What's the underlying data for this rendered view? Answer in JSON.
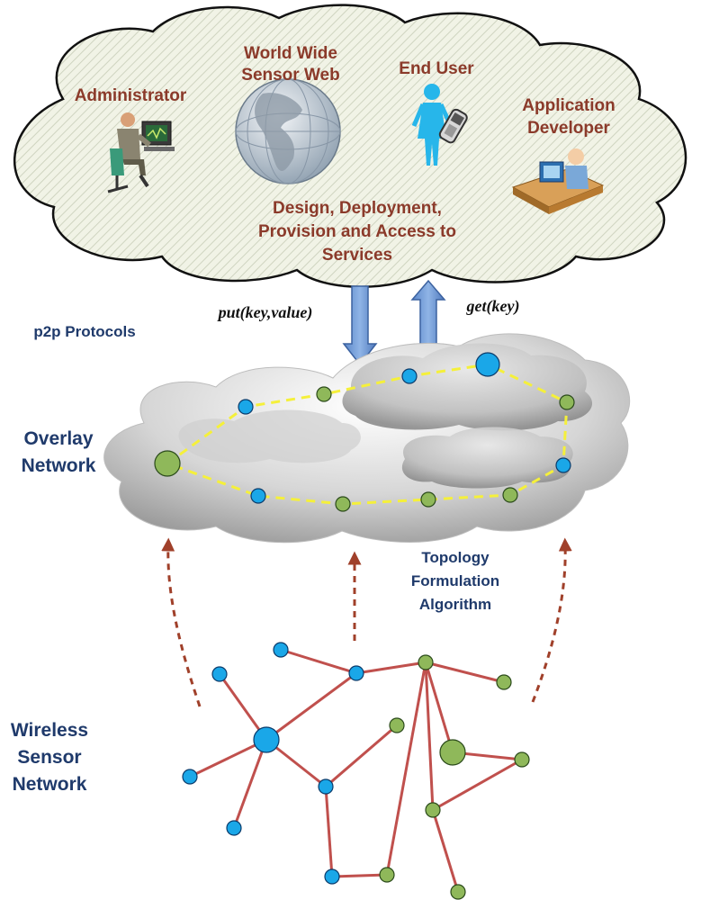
{
  "cloud": {
    "administrator": "Administrator",
    "wsw_line1": "World Wide",
    "wsw_line2": "Sensor Web",
    "end_user": "End User",
    "appdev_line1": "Application",
    "appdev_line2": "Developer",
    "services_line1": "Design, Deployment,",
    "services_line2": "Provision and Access to",
    "services_line3": "Services"
  },
  "ops": {
    "put": "put(key,value)",
    "get": "get(key)"
  },
  "labels": {
    "p2p": "p2p Protocols",
    "overlay_line1": "Overlay",
    "overlay_line2": "Network",
    "topology_line1": "Topology",
    "topology_line2": "Formulation",
    "topology_line3": "Algorithm",
    "wsn_line1": "Wireless",
    "wsn_line2": "Sensor",
    "wsn_line3": "Network"
  },
  "colors": {
    "blue_node": "#1aa7e8",
    "green_node": "#8fb85a",
    "wsn_edge": "#c0504d",
    "overlay_ring": "#f5f03a",
    "arrow_fill": "#6f9ad6",
    "dash_arrow": "#a0402a",
    "label_brown": "#8b3a2a",
    "label_navy": "#1f3a6b"
  }
}
